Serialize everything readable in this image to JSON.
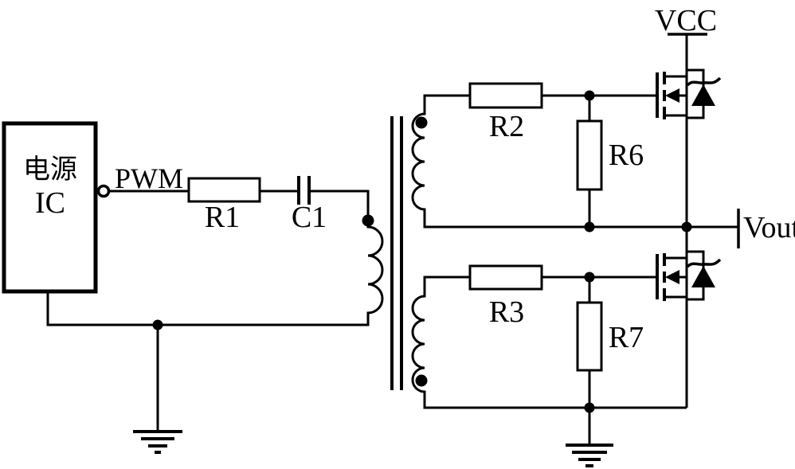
{
  "diagram": {
    "type": "power-mosfet-gate-drive-transformer-schematic",
    "background_color": "#ffffff",
    "ink_color": "#000000",
    "power_ic": {
      "line1": "电源",
      "line2": "IC",
      "output_pin_label": "PWM"
    },
    "components": {
      "r1": "R1",
      "c1": "C1",
      "r2": "R2",
      "r6": "R6",
      "r3": "R3",
      "r7": "R7"
    },
    "rails": {
      "vcc": "VCC",
      "vout": "Vout"
    }
  }
}
